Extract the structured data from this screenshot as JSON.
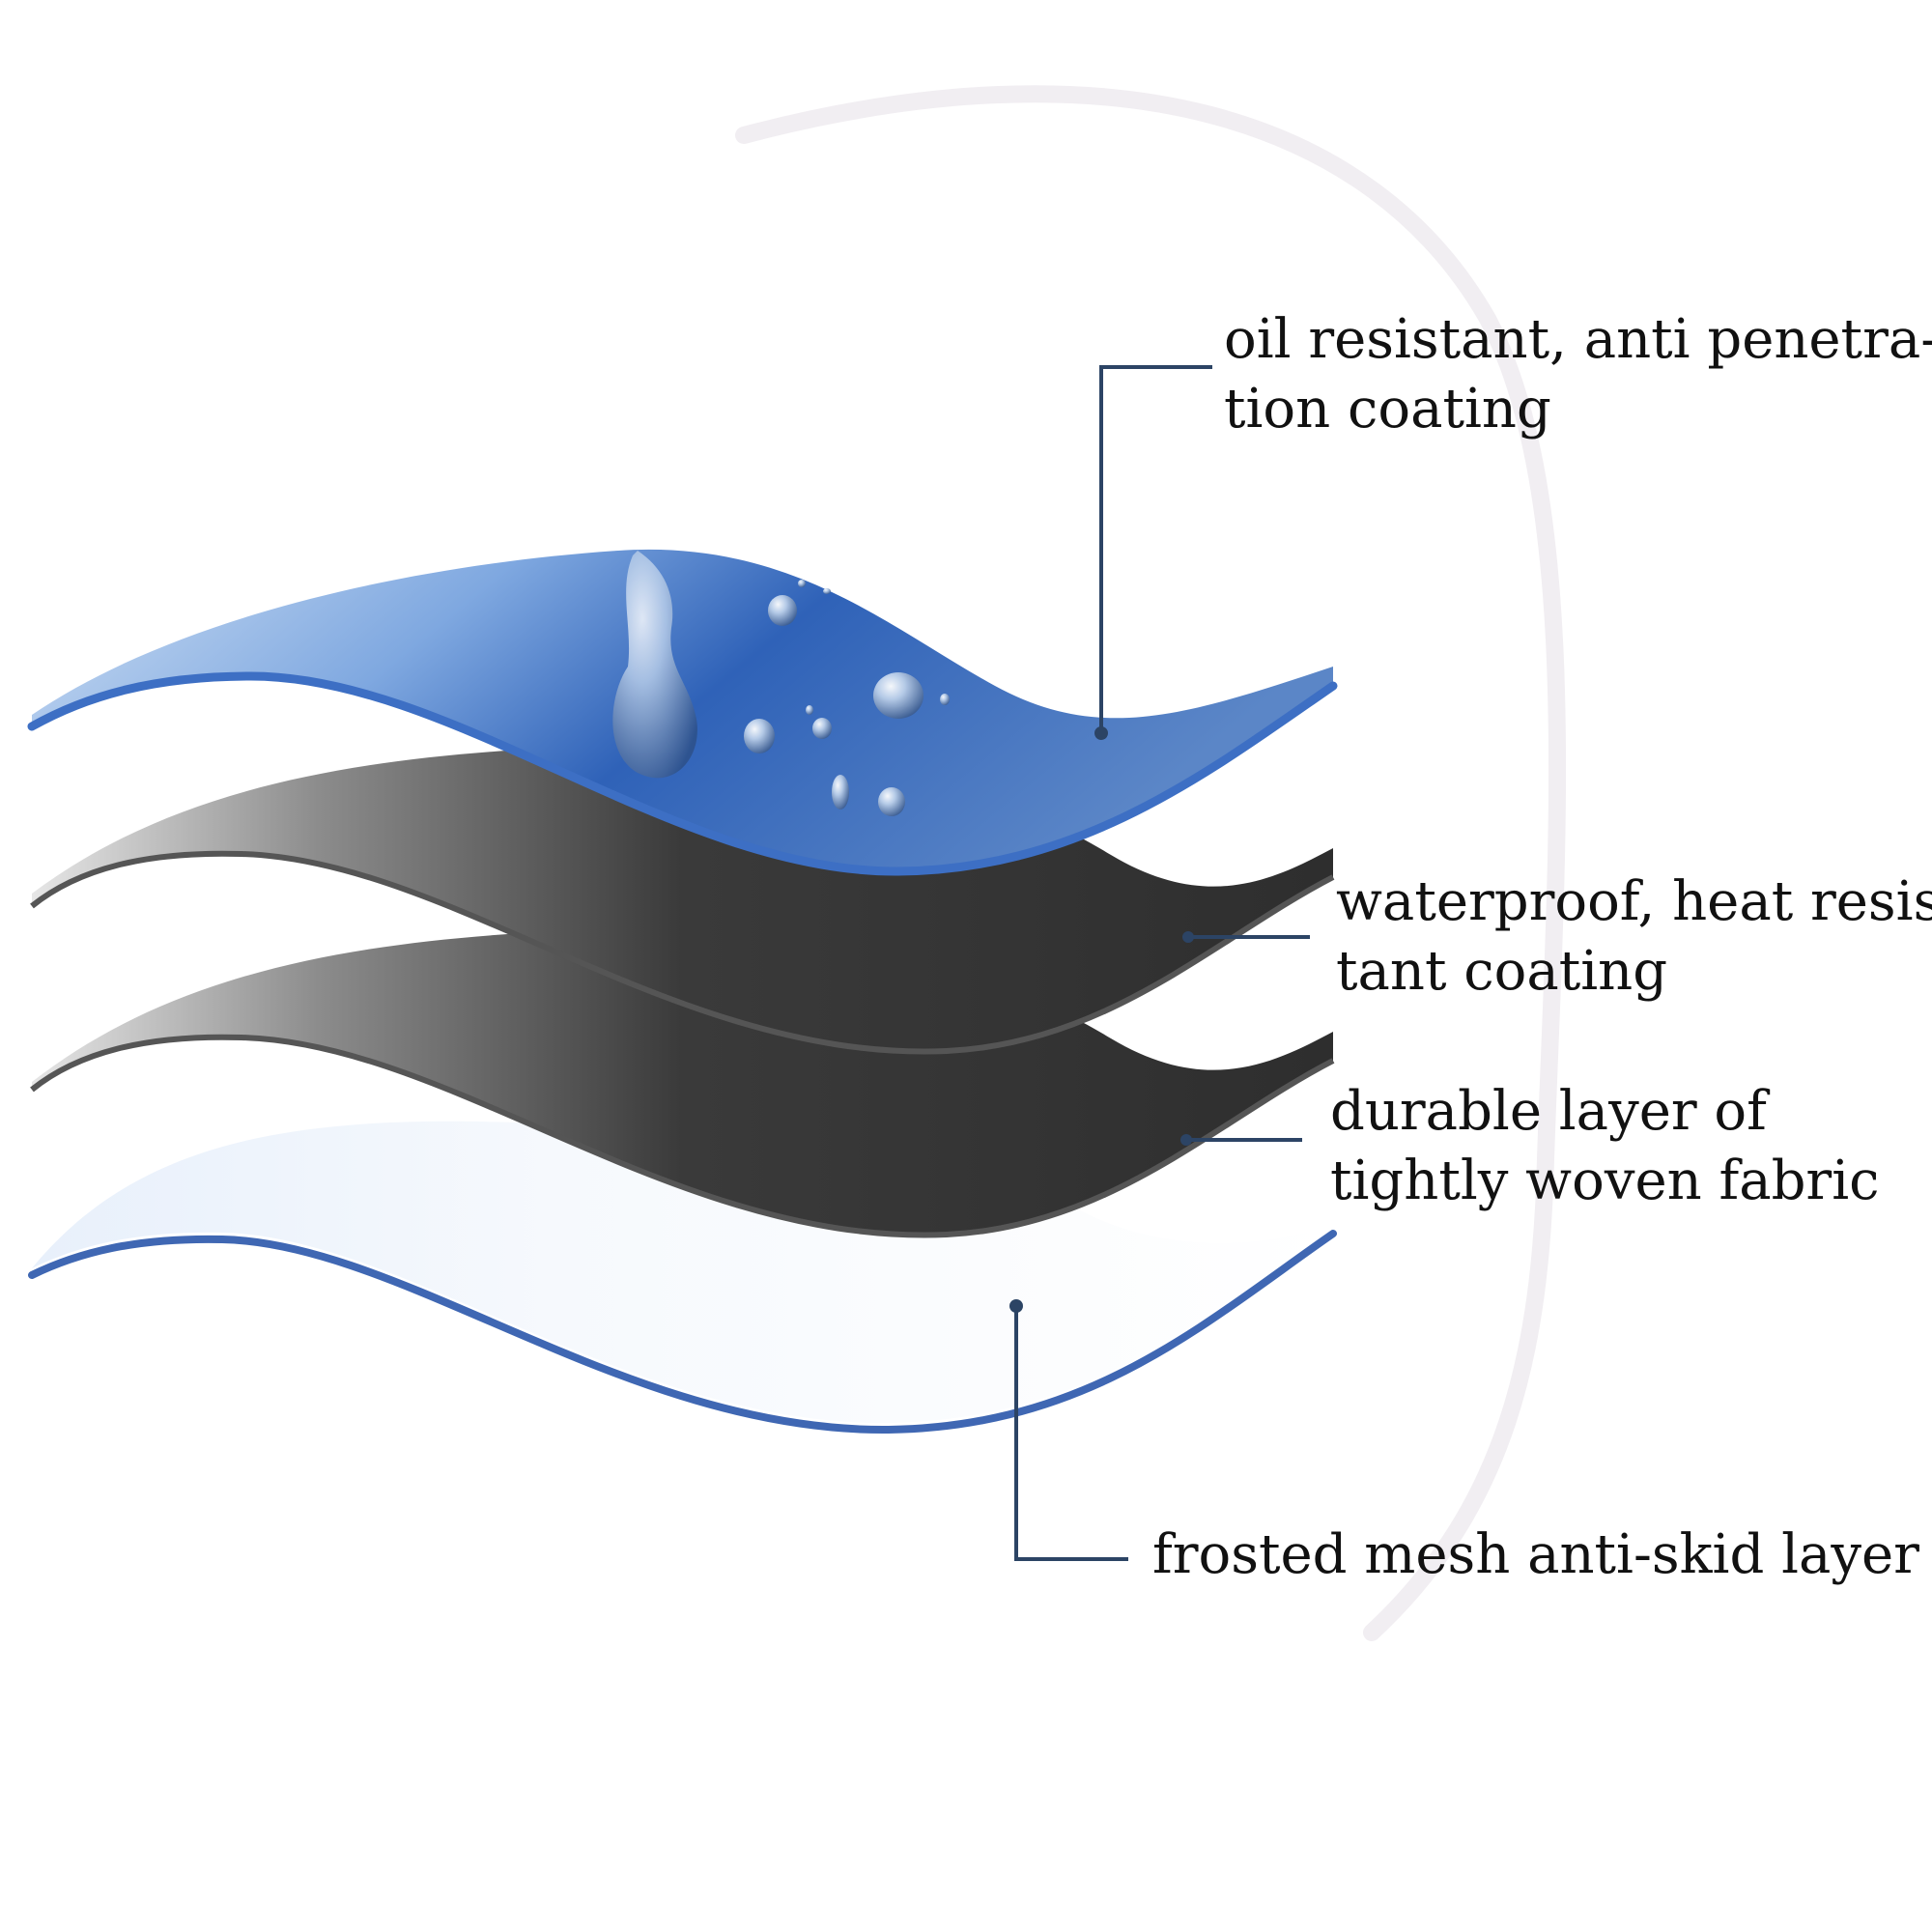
{
  "labels": {
    "top": {
      "line1": "oil resistant, anti penetra-",
      "line2": "tion coating"
    },
    "waterproof": {
      "line1": "waterproof, heat resis-",
      "line2": "tant coating"
    },
    "durable": {
      "line1": "durable layer of",
      "line2": "tightly woven fabric"
    },
    "mesh": {
      "line1": "frosted mesh anti-skid layer"
    }
  },
  "colors": {
    "top_layer": "#2f62b8",
    "dark_layers": "#333333",
    "bottom_layer_edge": "#3f67b3",
    "leader_lines": "#2c4465"
  }
}
